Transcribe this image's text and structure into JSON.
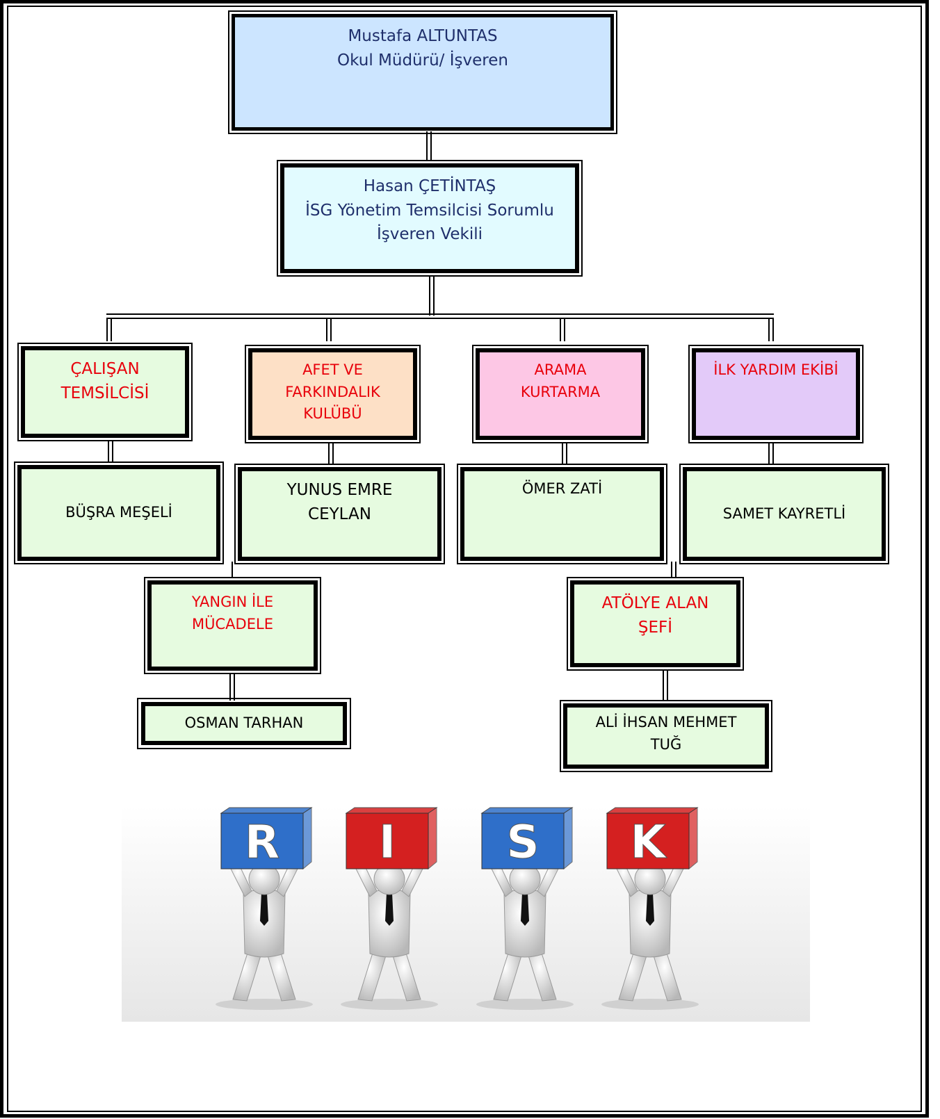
{
  "nodes": {
    "director": {
      "lines": [
        "Mustafa ALTUNTAS",
        "Okul Müdürü/ İşveren"
      ],
      "fill": "#cce5ff"
    },
    "deputy": {
      "lines": [
        "Hasan ÇETİNTAŞ",
        "İSG Yönetim Temsilcisi Sorumlu",
        "İşveren Vekili"
      ],
      "fill": "#e2fbff"
    },
    "employee_rep": {
      "lines": [
        "ÇALIŞAN",
        "TEMSİLCİSİ"
      ],
      "fill": "#e6fbe0"
    },
    "disaster_club": {
      "lines": [
        "AFET VE",
        "FARKINDALIK",
        "KULÜBÜ"
      ],
      "fill": "#fde0c6"
    },
    "search_rescue": {
      "lines": [
        "ARAMA",
        "KURTARMA"
      ],
      "fill": "#fdc7e5"
    },
    "first_aid": {
      "lines": [
        "İLK YARDIM EKİBİ"
      ],
      "fill": "#e3caf9"
    },
    "person_busra": {
      "lines": [
        "BÜŞRA MEŞELİ"
      ],
      "fill": "#e6fbe0"
    },
    "person_yunus": {
      "lines": [
        "YUNUS EMRE",
        "CEYLAN"
      ],
      "fill": "#e6fbe0"
    },
    "person_omer": {
      "lines": [
        "ÖMER ZATİ"
      ],
      "fill": "#e6fbe0"
    },
    "person_samet": {
      "lines": [
        "SAMET KAYRETLİ"
      ],
      "fill": "#e6fbe0"
    },
    "fire_fighting": {
      "lines": [
        "YANGIN İLE",
        "MÜCADELE"
      ],
      "fill": "#e6fbe0"
    },
    "workshop_chief": {
      "lines": [
        "ATÖLYE ALAN",
        "ŞEFİ"
      ],
      "fill": "#e6fbe0"
    },
    "person_osman": {
      "lines": [
        "OSMAN TARHAN"
      ],
      "fill": "#e6fbe0"
    },
    "person_ali": {
      "lines": [
        "ALİ İHSAN MEHMET",
        "TUĞ"
      ],
      "fill": "#e6fbe0"
    }
  },
  "risk": {
    "letters": [
      "R",
      "I",
      "S",
      "K"
    ],
    "cube_colors": [
      "#2f6fc9",
      "#d42020",
      "#2f6fc9",
      "#d42020"
    ]
  }
}
